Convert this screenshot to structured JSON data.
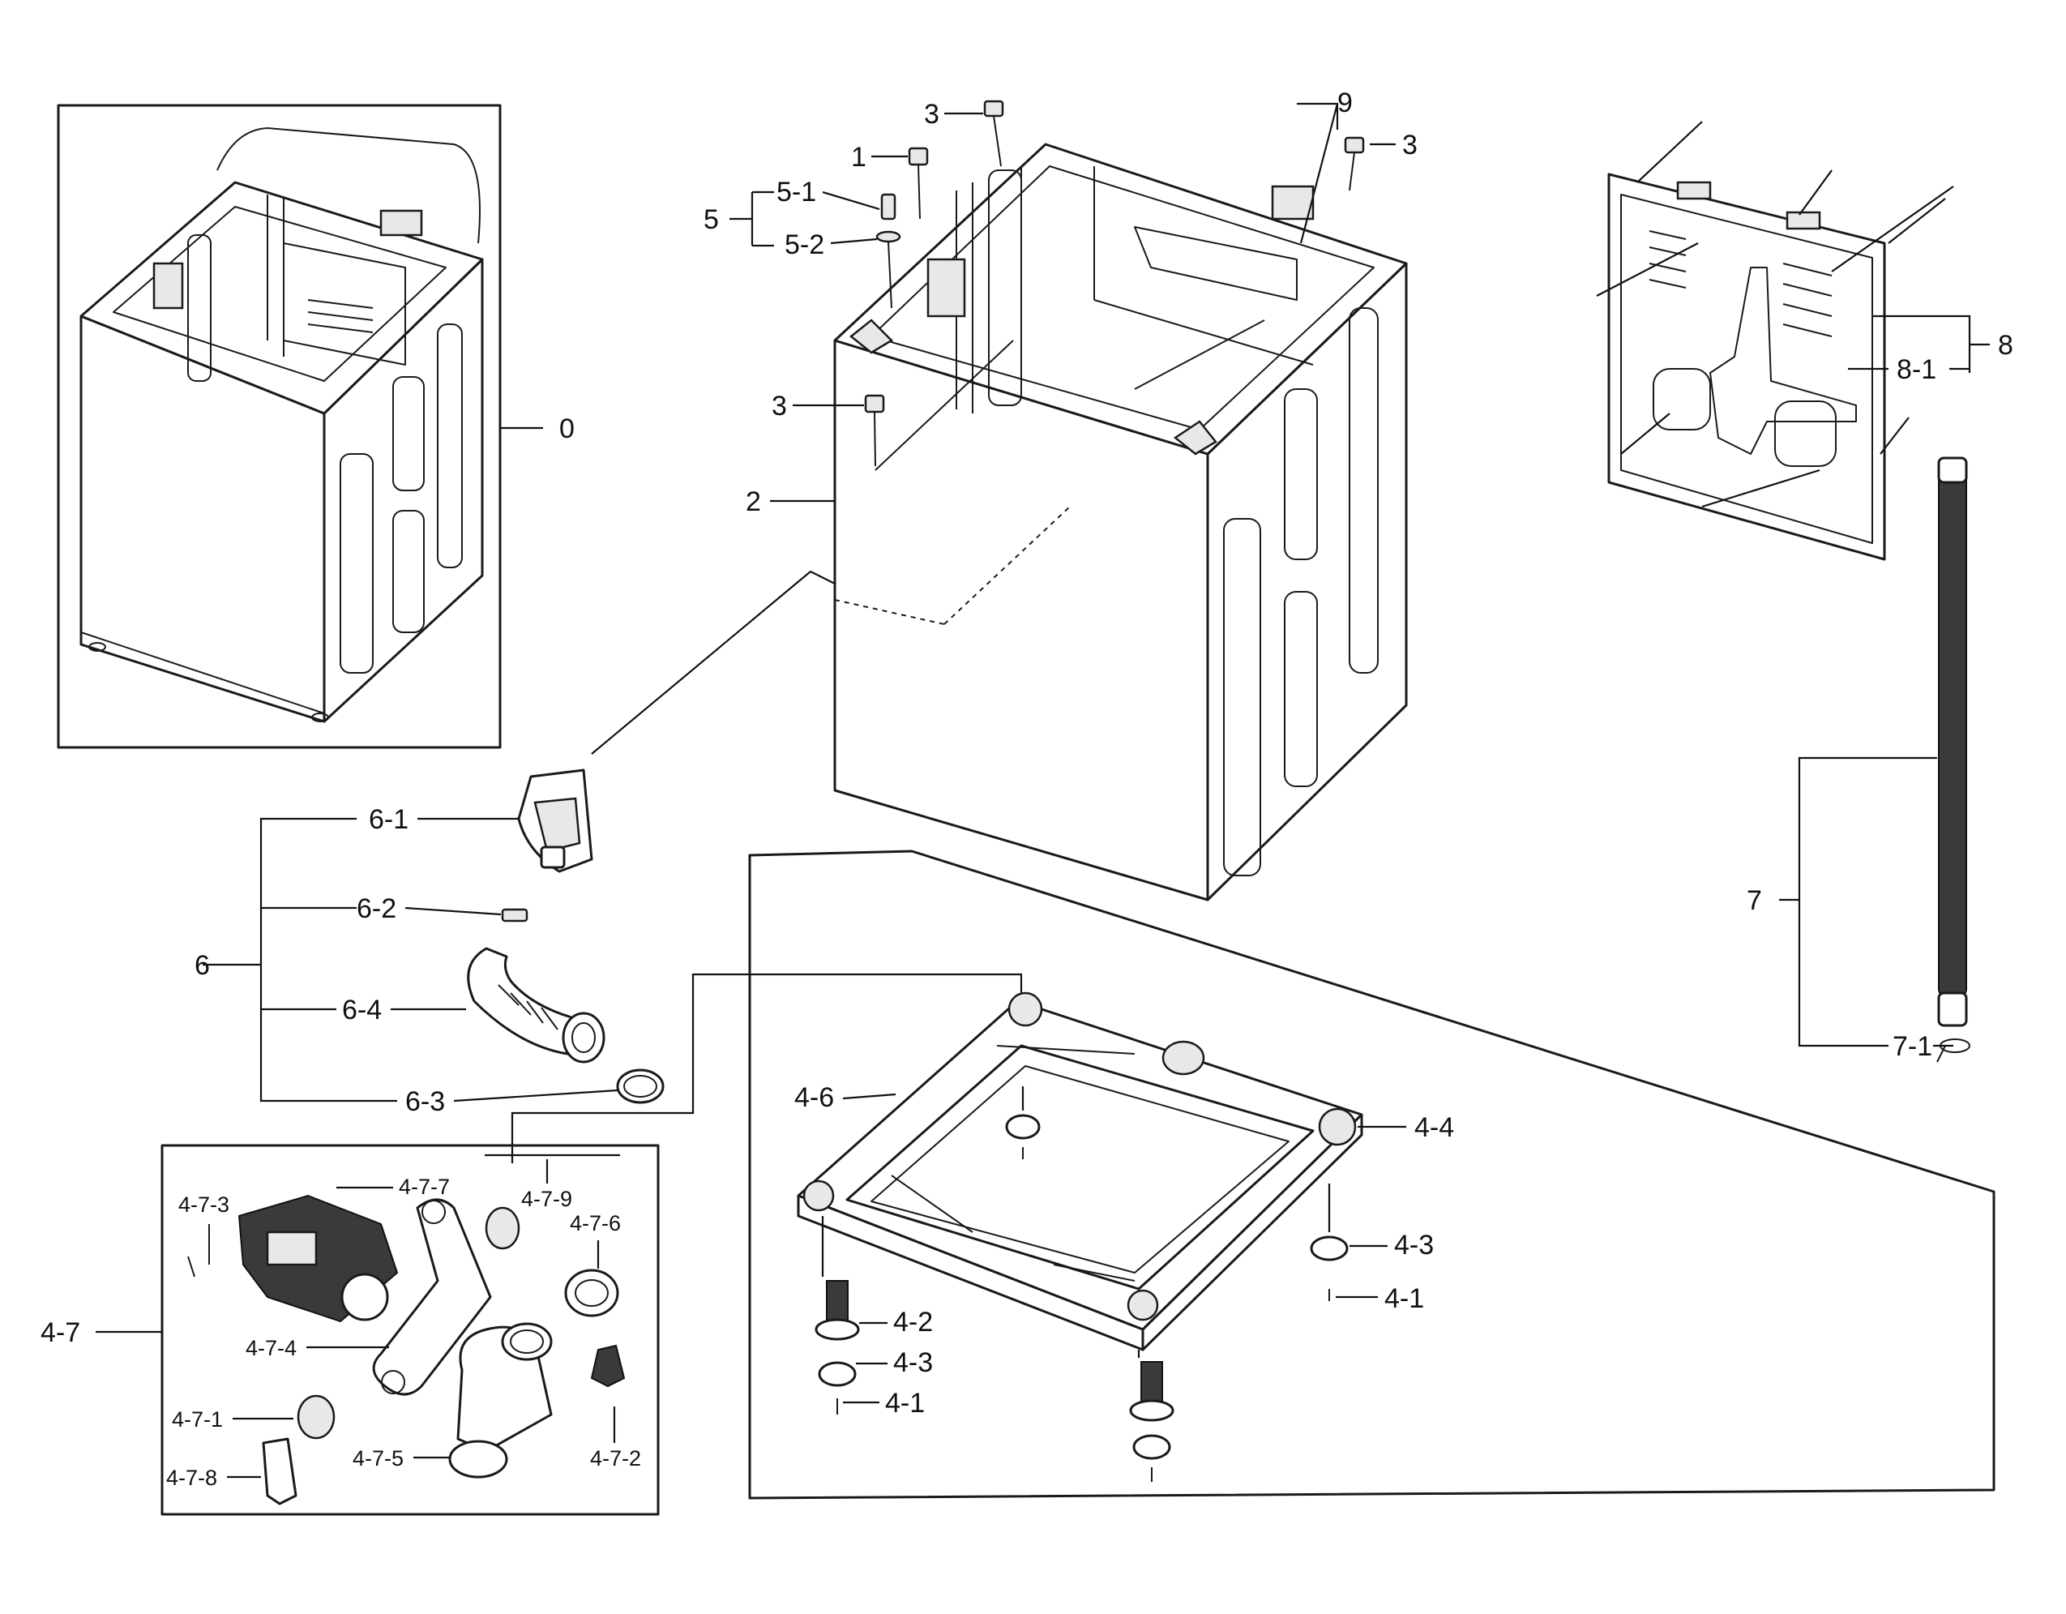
{
  "diagram": {
    "labels": {
      "l0": "0",
      "l1": "1",
      "l2": "2",
      "l3a": "3",
      "l3b": "3",
      "l3c": "3",
      "l5": "5",
      "l5_1": "5-1",
      "l5_2": "5-2",
      "l9": "9",
      "l8": "8",
      "l8_1": "8-1",
      "l7": "7",
      "l7_1": "7-1",
      "l6": "6",
      "l6_1": "6-1",
      "l6_2": "6-2",
      "l6_3": "6-3",
      "l6_4": "6-4",
      "l4_1a": "4-1",
      "l4_1b": "4-1",
      "l4_2": "4-2",
      "l4_3a": "4-3",
      "l4_3b": "4-3",
      "l4_4": "4-4",
      "l4_6": "4-6",
      "l4_7": "4-7",
      "l4_7_1": "4-7-1",
      "l4_7_2": "4-7-2",
      "l4_7_3": "4-7-3",
      "l4_7_4": "4-7-4",
      "l4_7_5": "4-7-5",
      "l4_7_6": "4-7-6",
      "l4_7_7": "4-7-7",
      "l4_7_8": "4-7-8",
      "l4_7_9": "4-7-9"
    }
  }
}
